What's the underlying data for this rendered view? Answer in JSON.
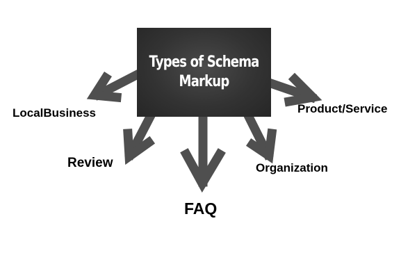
{
  "title": "Types of Schema Markup",
  "types": {
    "local_business": "LocalBusiness",
    "review": "Review",
    "faq": "FAQ",
    "organization": "Organization",
    "product_service": "Product/Service"
  },
  "colors": {
    "board": "#333333",
    "arrow": "#4d4d4d",
    "text": "#000000"
  }
}
